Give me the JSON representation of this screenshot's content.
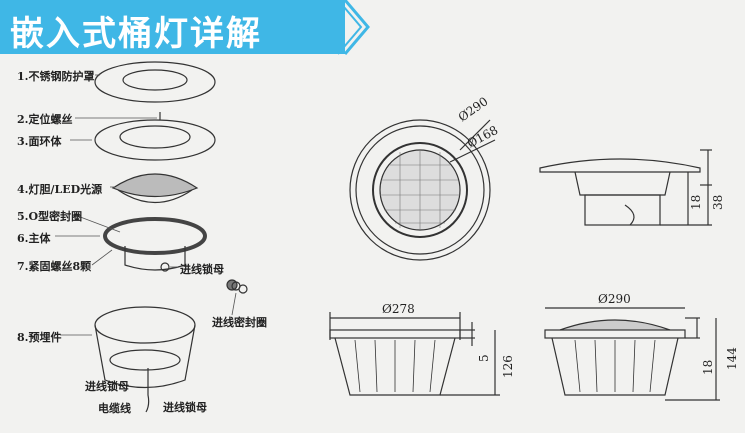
{
  "header": {
    "title": "嵌入式桶灯详解",
    "accent_color": "#3fb7e6"
  },
  "parts": [
    {
      "label": "1.不锈钢防护罩"
    },
    {
      "label": "2.定位螺丝"
    },
    {
      "label": "3.面环体"
    },
    {
      "label": "4.灯胆/LED光源"
    },
    {
      "label": "5.O型密封圈"
    },
    {
      "label": "6.主体"
    },
    {
      "label": "7.紧固螺丝8颗"
    },
    {
      "label": "8.预埋件"
    }
  ],
  "callouts": {
    "lock_nut_1": "进线锁母",
    "seal_ring": "进线密封圈",
    "lock_nut_2": "进线锁母",
    "cable": "电缆线",
    "lock_nut_3": "进线锁母"
  },
  "dimensions": {
    "outer_diameter": "Ø290",
    "lens_diameter": "Ø168",
    "side_height_1": "18",
    "side_height_2": "38",
    "niche_diameter": "Ø278",
    "niche_lip": "5",
    "niche_height": "126",
    "assembly_diameter": "Ø290",
    "assembly_lip": "18",
    "assembly_height": "144"
  }
}
